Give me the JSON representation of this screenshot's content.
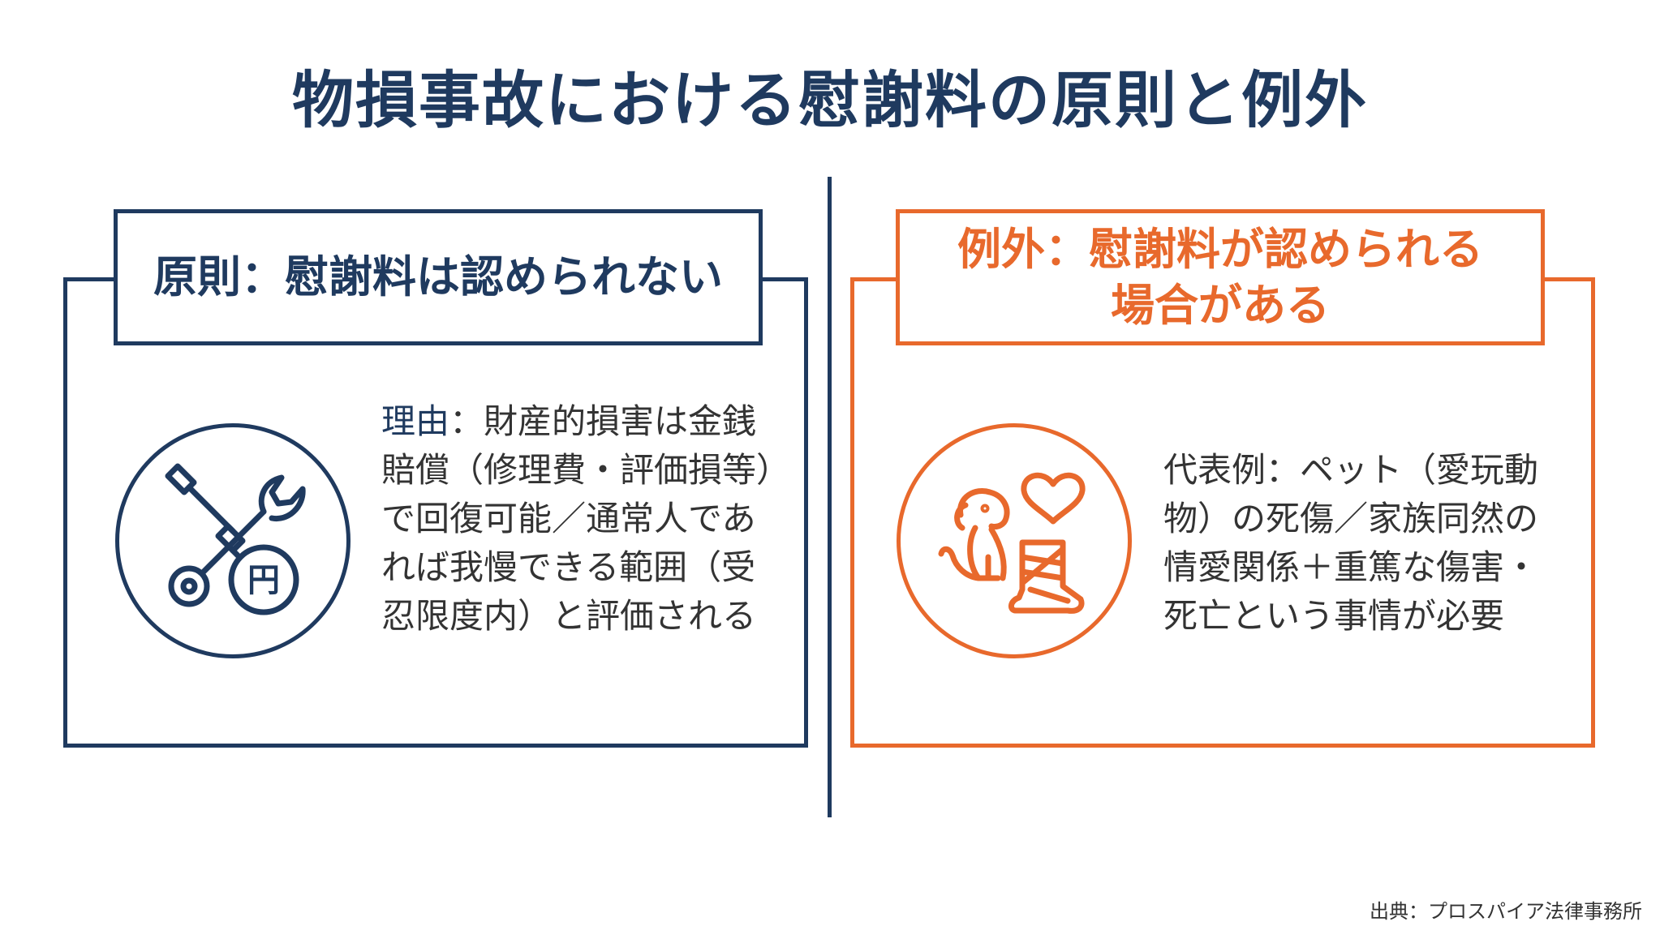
{
  "title": "物損事故における慰謝料の原則と例外",
  "left": {
    "heading": "原則：慰謝料は認められない",
    "reason_label": "理由",
    "reason_text": "：財産的損害は金銭賠償（修理費・評価損等）で回復可能／通常人であれば我慢できる範囲（受忍限度内）と評価される",
    "icon": "wrench-screwdriver-yen-icon",
    "icon_glyph": "円",
    "color": "#1f3a5f"
  },
  "right": {
    "heading_line1": "例外：慰謝料が認められる",
    "heading_line2": "場合がある",
    "example_text": "代表例：ペット（愛玩動物）の死傷／家族同然の情愛関係＋重篤な傷害・死亡という事情が必要",
    "icon": "injured-dog-heart-icon",
    "color": "#e8692c"
  },
  "source": "出典：プロスパイア法律事務所"
}
